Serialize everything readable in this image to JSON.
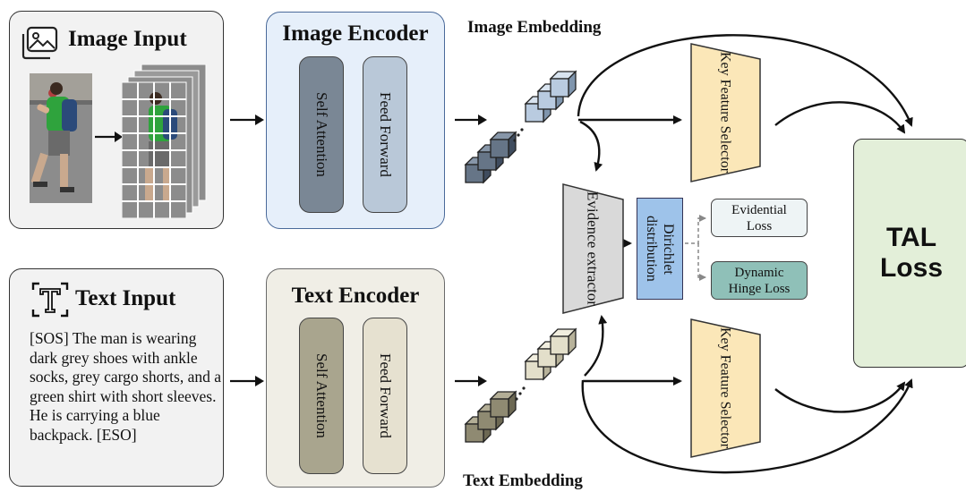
{
  "image_input": {
    "title": "Image Input",
    "icon": "image-gallery-icon"
  },
  "text_input": {
    "title": "Text Input",
    "icon": "text-t-icon",
    "description": "[SOS] The man is wearing dark grey shoes with ankle socks, grey cargo shorts, and a green shirt with short sleeves. He is carrying a blue backpack. [ESO]"
  },
  "image_encoder": {
    "title": "Image Encoder",
    "block1": "Self Attention",
    "block2": "Feed Forward"
  },
  "text_encoder": {
    "title": "Text Encoder",
    "block1": "Self Attention",
    "block2": "Feed Forward"
  },
  "image_embedding_label": "Image Embedding",
  "text_embedding_label": "Text Embedding",
  "key_feature_selector_top": "Key Feature Selector",
  "key_feature_selector_bottom": "Key Feature Selector",
  "evidence_extractor": "Evidence extractor",
  "dirichlet": "Dirichlet distribution",
  "evidential_loss": "Evidential Loss",
  "dynamic_hinge_loss": "Dynamic Hinge Loss",
  "tal_loss": "TAL Loss",
  "colors": {
    "image_encoder_bg": "#e6effa",
    "text_encoder_bg": "#f0eee6",
    "img_self_attention": "#7a8795",
    "img_feed_forward": "#b9c8d8",
    "txt_self_attention": "#a9a58e",
    "txt_feed_forward": "#e6e1d0",
    "key_selector": "#fbe7b8",
    "evidence_extractor": "#d9d9d9",
    "dirichlet": "#9ec3ea",
    "evidential_loss": "#eef4f5",
    "dynamic_hinge_loss": "#8fc0b8",
    "tal_loss": "#e3efd9"
  }
}
